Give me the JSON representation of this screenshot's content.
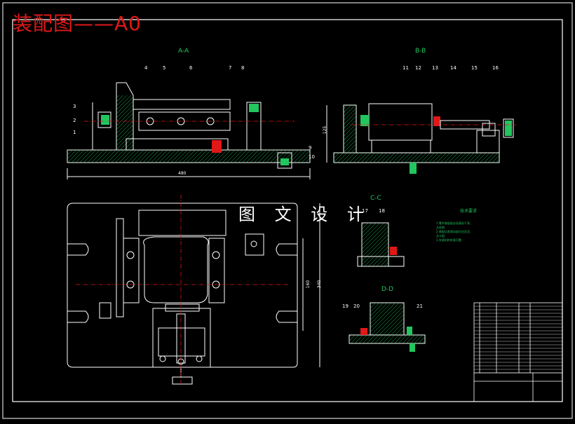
{
  "drawing": {
    "title": "装配图——A0",
    "watermark": "图 文 设 计",
    "colors": {
      "background": "#000000",
      "title": "#e01818",
      "line": "#ffffff",
      "section_label": "#22c55e",
      "hatch": "#22c55e",
      "part_red": "#e01818",
      "center_line": "#e01818"
    },
    "section_labels": {
      "aa": "A-A",
      "bb": "B-B",
      "cc": "C-C",
      "dd": "D-D"
    },
    "part_numbers": [
      "1",
      "2",
      "3",
      "4",
      "5",
      "6",
      "7",
      "8",
      "9",
      "10",
      "11",
      "12",
      "13",
      "14",
      "15",
      "16",
      "17",
      "18",
      "19",
      "20",
      "21"
    ],
    "dimensions": {
      "aa_length": "480",
      "bb_height": "125",
      "plan_160": "160",
      "plan_340": "340"
    },
    "notes_title": "技术要求",
    "notes": [
      "1.零件装配前必须清洗干净,",
      "无毛刺.",
      "2.装配后各滑动部位应灵活,",
      "无卡阻.",
      "3.夹紧机构夹紧可靠."
    ]
  }
}
